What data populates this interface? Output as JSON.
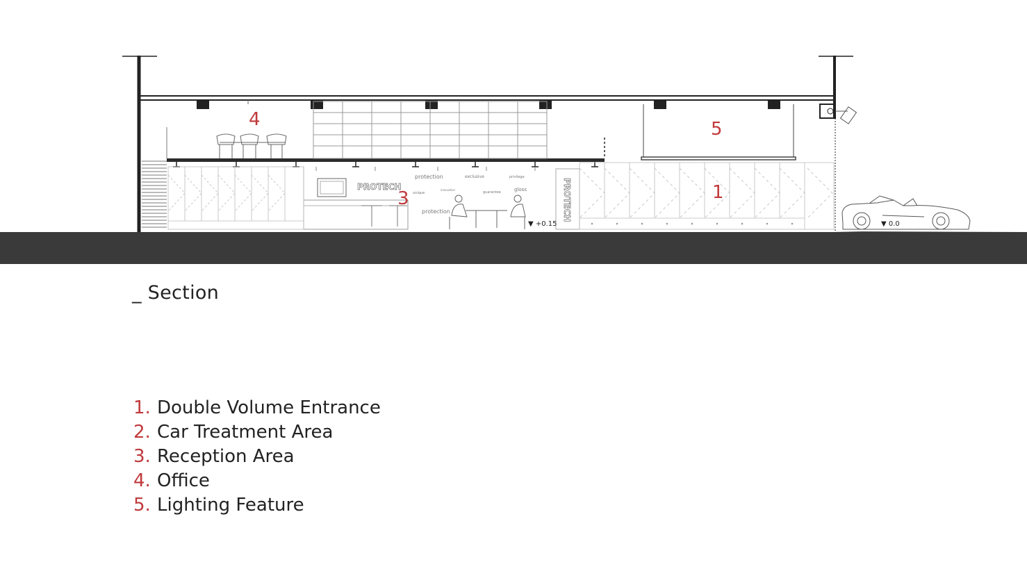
{
  "drawing": {
    "zone_labels": {
      "z1": "1",
      "z3": "3",
      "z4": "4",
      "z5": "5"
    },
    "brand": {
      "wall_logo": "PROTECH",
      "column_logo": "PROTECH"
    },
    "wall_words": {
      "w1": "protection",
      "w2": "exclusive",
      "w3": "privilege",
      "w4": "unique",
      "w5": "innovative",
      "w6": "guarantee",
      "w7": "gloss",
      "w8": "protection"
    },
    "levels": {
      "interior": "▼ +0.15",
      "exterior": "▼ 0.0"
    }
  },
  "caption": "_ Section",
  "legend": [
    {
      "num": "1.",
      "label": "Double Volume Entrance"
    },
    {
      "num": "2.",
      "label": "Car Treatment Area"
    },
    {
      "num": "3.",
      "label": "Reception Area"
    },
    {
      "num": "4.",
      "label": "Office"
    },
    {
      "num": "5.",
      "label": "Lighting Feature"
    }
  ],
  "colors": {
    "accent": "#c0393b",
    "ground": "#3a3a3a",
    "ink": "#222222"
  }
}
